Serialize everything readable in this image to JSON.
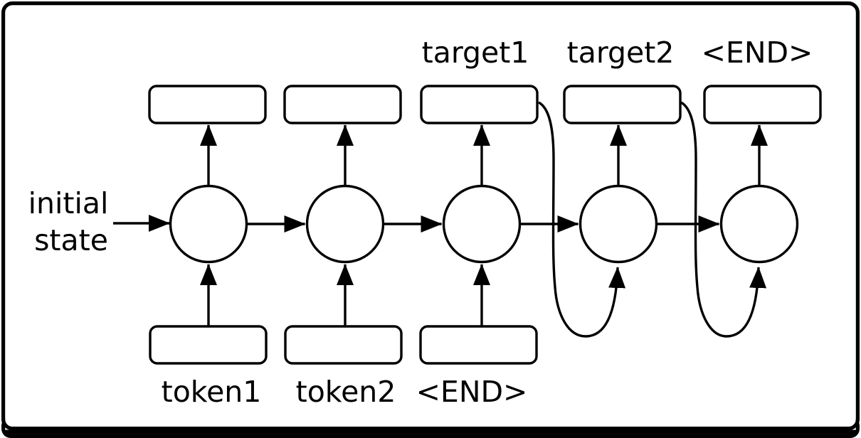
{
  "diagram": {
    "type": "seq2seq-rnn-figure",
    "left_label_lines": [
      "initial",
      "state"
    ],
    "top_labels": [
      "target1",
      "target2",
      "<END>"
    ],
    "bottom_labels": [
      "token1",
      "token2",
      "<END>"
    ],
    "num_cells": 5,
    "encoder_inputs": [
      "token1",
      "token2",
      "<END>"
    ],
    "decoder_outputs": [
      "target1",
      "target2",
      "<END>"
    ],
    "colors": {
      "line": "#000000",
      "background": "#ffffff"
    }
  }
}
